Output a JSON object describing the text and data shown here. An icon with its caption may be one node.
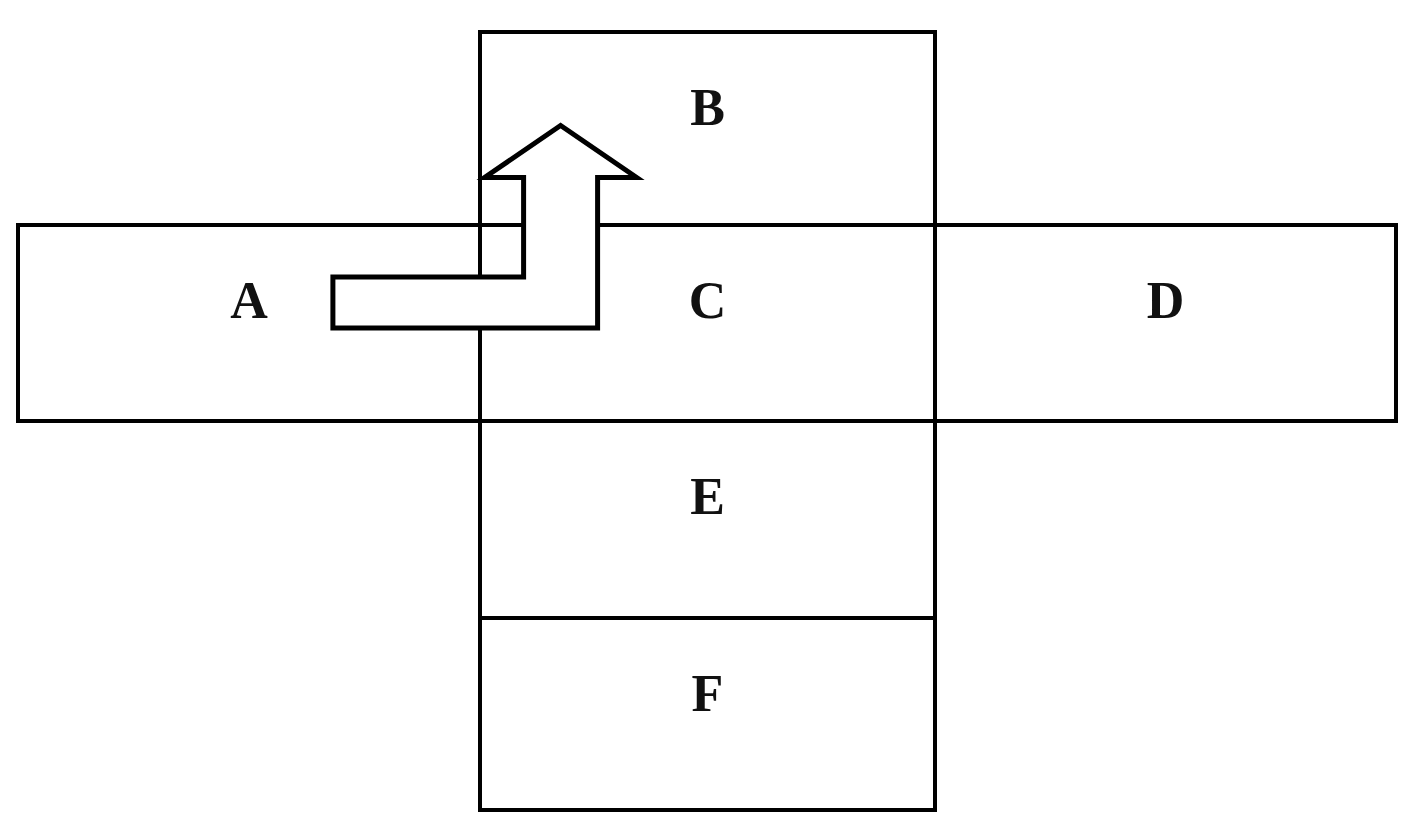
{
  "diagram": {
    "nodes": [
      {
        "text": [
          "B"
        ]
      },
      {
        "text": [
          "A"
        ]
      },
      {
        "text": [
          "C"
        ]
      },
      {
        "text": [
          "D"
        ]
      },
      {
        "text": [
          "E"
        ]
      },
      {
        "text": [
          "F"
        ]
      }
    ],
    "edges": [
      {
        "from": 1,
        "to": 0,
        "arrow": "to"
      }
    ]
  }
}
